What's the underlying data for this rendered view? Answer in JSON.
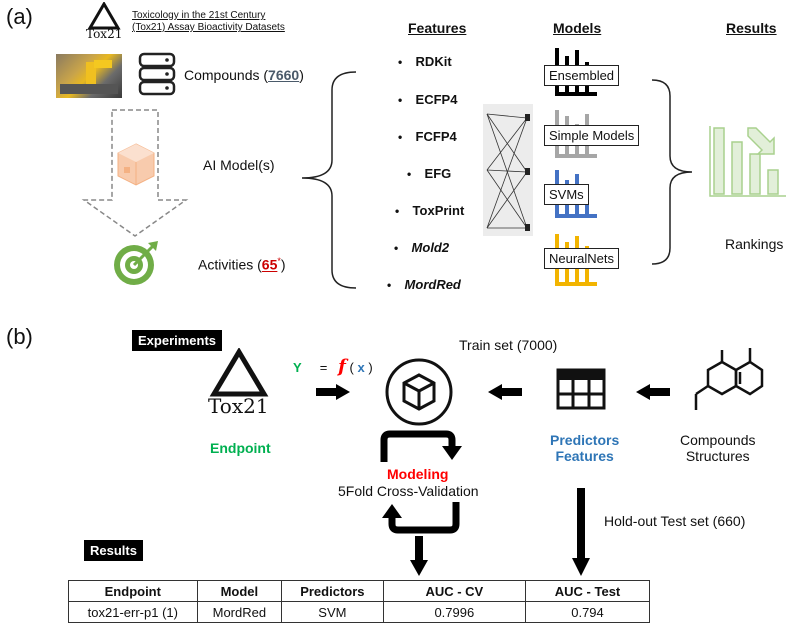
{
  "panel_a": {
    "label": "(a)",
    "tox21_title_line1": "Toxicology in the 21st Century",
    "tox21_title_line2": "(Tox21) Assay Bioactivity Datasets",
    "logo_text": "Tox21",
    "compounds_prefix": "Compounds (",
    "compounds_count": "7660",
    "compounds_suffix": ")",
    "ai_model": "AI Model(s)",
    "activities_prefix": "Activities (",
    "activities_count": "65",
    "activities_star": "*",
    "activities_suffix": ")",
    "features_header": "Features",
    "models_header": "Models",
    "results_header": "Results",
    "features": [
      {
        "label": "RDKit",
        "italic": false
      },
      {
        "label": "ECFP4",
        "italic": false
      },
      {
        "label": "FCFP4",
        "italic": false
      },
      {
        "label": "EFG",
        "italic": false
      },
      {
        "label": "ToxPrint",
        "italic": false
      },
      {
        "label": "Mold2",
        "italic": true
      },
      {
        "label": "MordRed",
        "italic": true
      }
    ],
    "models": [
      "Ensembled",
      "Simple Models",
      "SVMs",
      "NeuralNets"
    ],
    "rankings": "Rankings",
    "colors": {
      "compounds_count": "#4a5a6a",
      "activities_count": "#cc0000",
      "ensembled": "#000000",
      "simple": "#a6a6a6",
      "svm": "#4472c4",
      "nn": "#f2b400",
      "results_green": "#a9d18e"
    }
  },
  "panel_b": {
    "label": "(b)",
    "experiments": "Experiments",
    "logo_text": "Tox21",
    "endpoint": "Endpoint",
    "formula_y": "Y",
    "formula_eq": "=",
    "formula_f": "f",
    "formula_open": "(",
    "formula_x": "x",
    "formula_close": ")",
    "train_set": "Train set (7000)",
    "predictors_line1": "Predictors",
    "predictors_line2": "Features",
    "compounds_line1": "Compounds",
    "compounds_line2": "Structures",
    "modeling": "Modeling",
    "cross_validation": "5Fold Cross-Validation",
    "holdout": "Hold-out Test set (660)",
    "results": "Results",
    "colors": {
      "endpoint": "#00b050",
      "predictors": "#2e75b6",
      "modeling": "#ff0000",
      "formula_y": "#00b050",
      "formula_f": "#ff0000",
      "formula_x": "#2e75b6"
    }
  },
  "results_table": {
    "headers": [
      "Endpoint",
      "Model",
      "Predictors",
      "AUC - CV",
      "AUC - Test"
    ],
    "rows": [
      [
        "tox21-err-p1 (1)",
        "MordRed",
        "SVM",
        "0.7996",
        "0.794"
      ]
    ]
  }
}
